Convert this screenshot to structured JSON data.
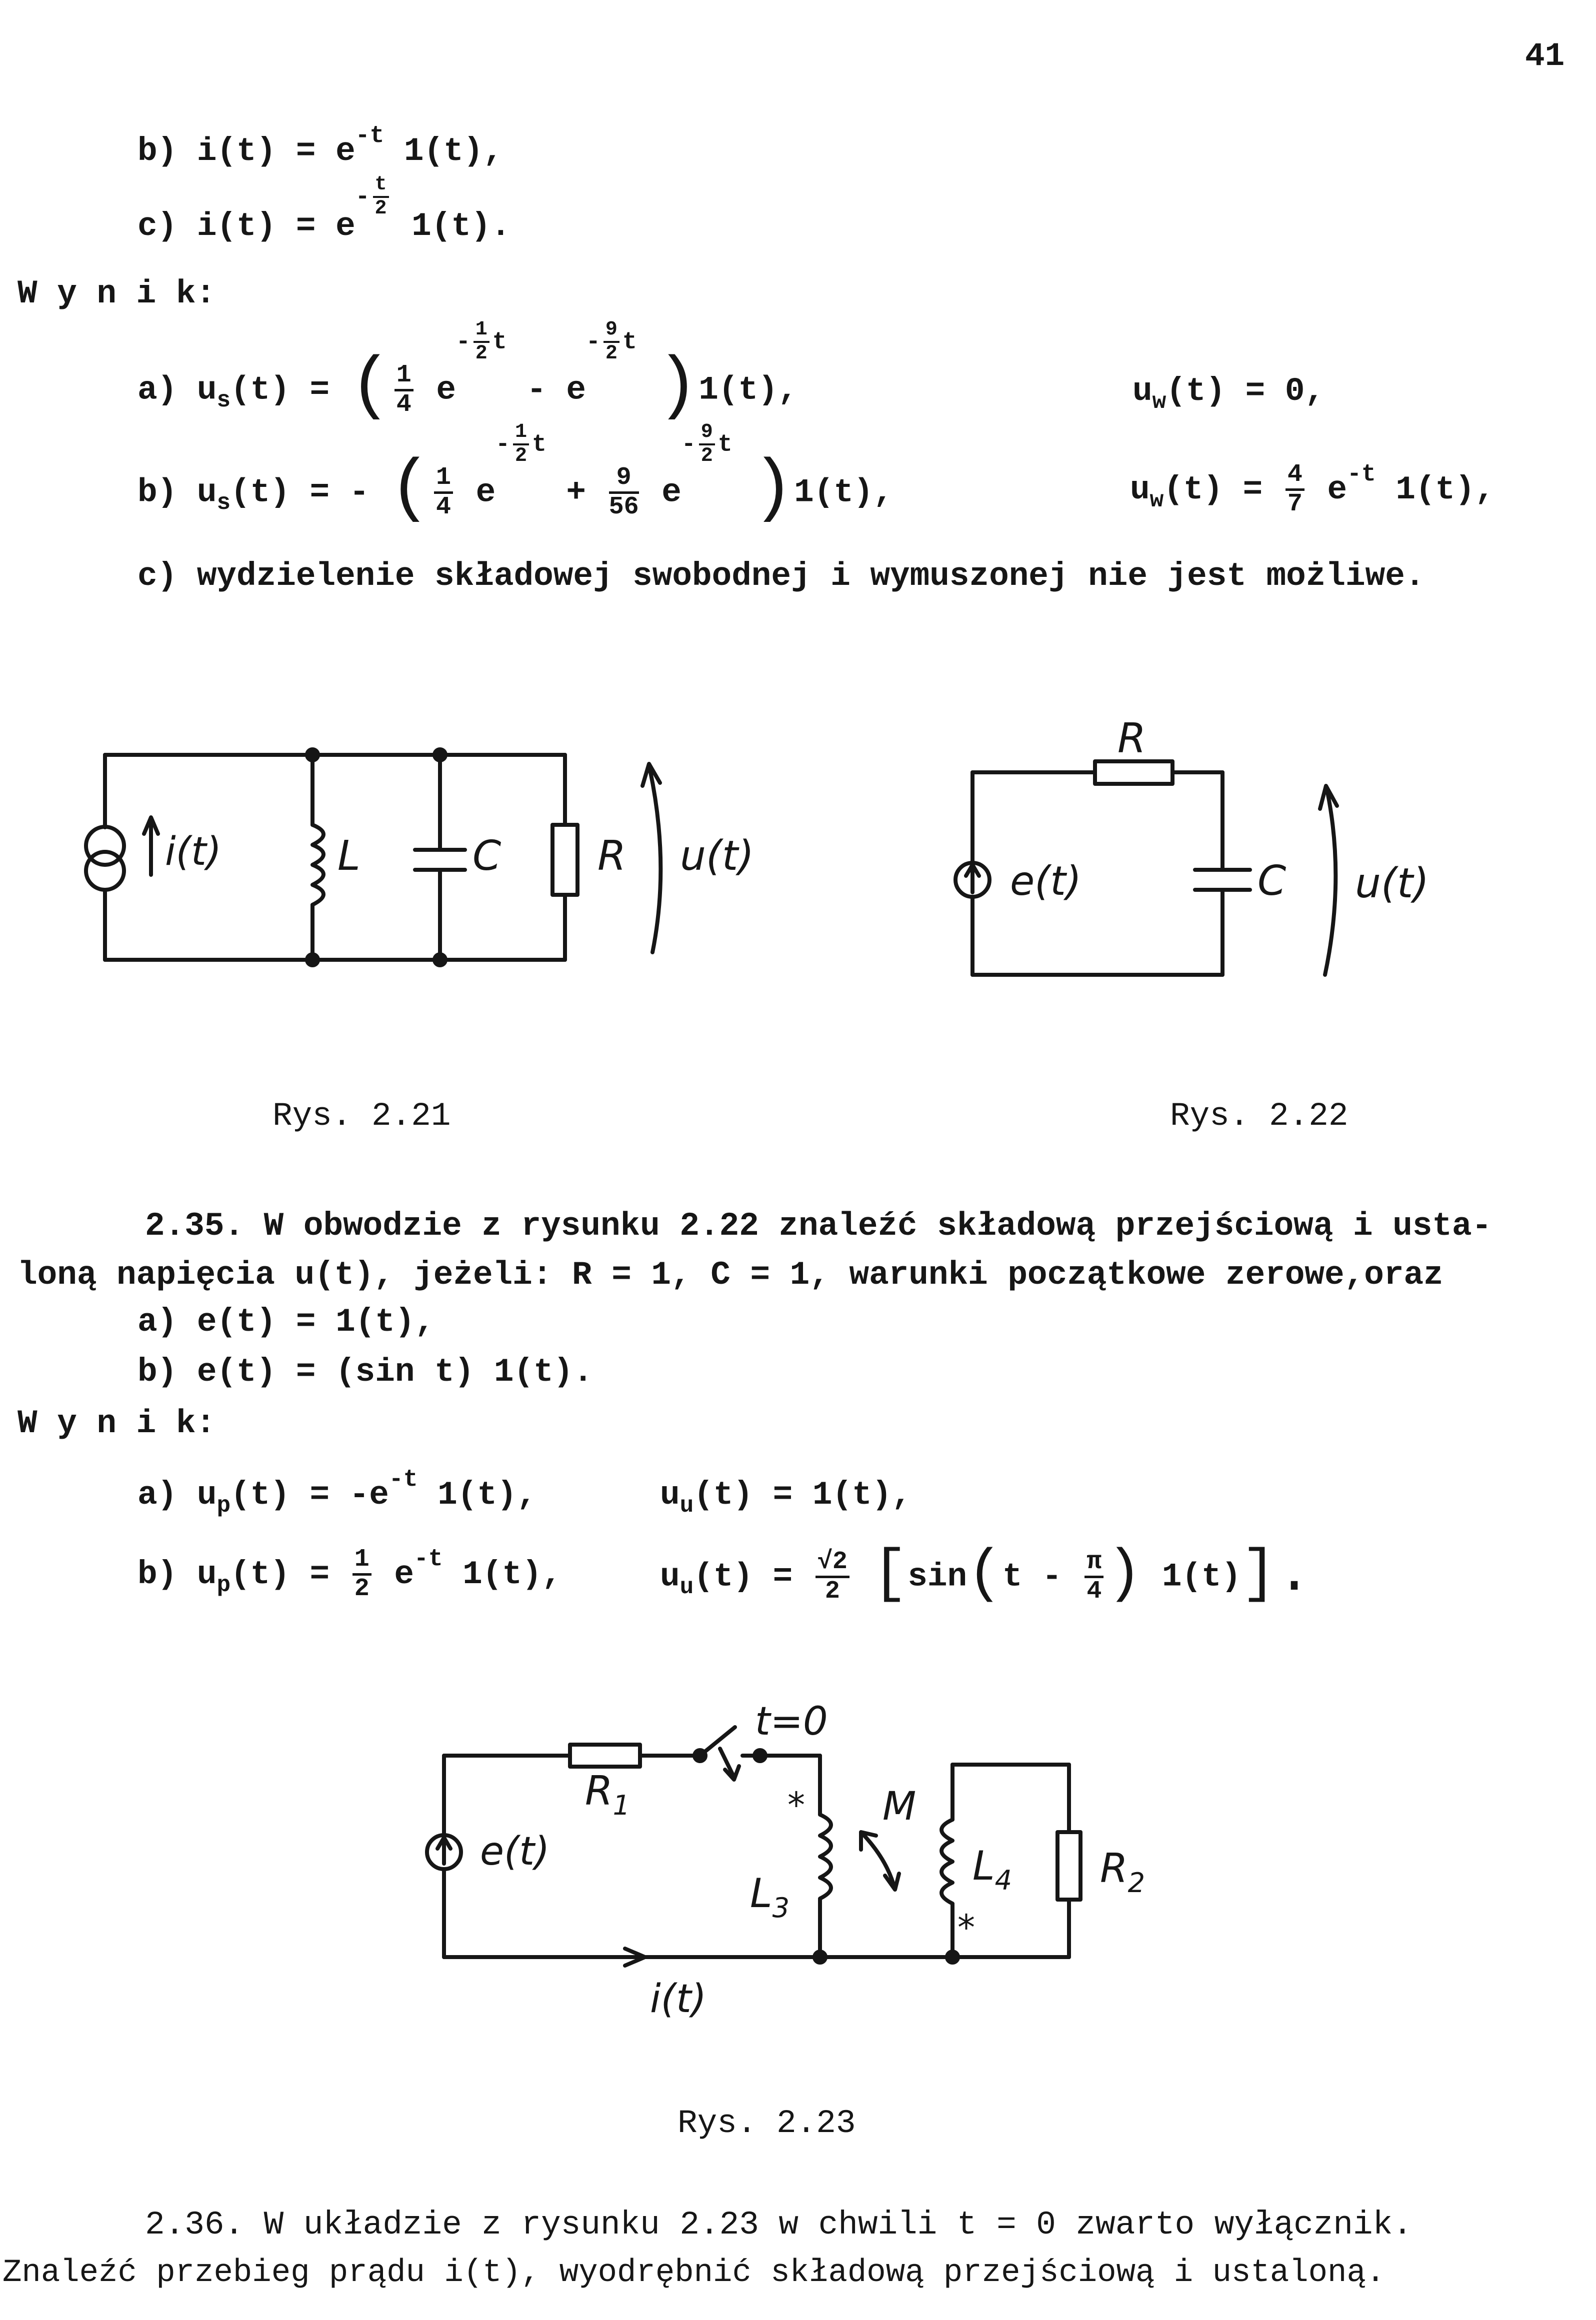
{
  "page_number": "41",
  "top_conditions": {
    "b": {
      "label": "b)",
      "lhs": "i(t)",
      "eq": "=",
      "base": "e",
      "exp": "-t",
      "tail": "1(t),"
    },
    "c": {
      "label": "c)",
      "lhs": "i(t)",
      "eq": "=",
      "base": "e",
      "exp_minus": "-",
      "exp_num": "t",
      "exp_den": "2",
      "tail": "1(t)."
    }
  },
  "wynik_label": "W y n i k:",
  "result1": {
    "a": {
      "label": "a)",
      "lhs": "u",
      "lhs_sub": "s",
      "arg": "(t)",
      "eq": "=",
      "open": "(",
      "c1_num": "1",
      "c1_den": "4",
      "base1": "e",
      "e1_minus": "-",
      "e1_num": "1",
      "e1_den": "2",
      "e1_var": "t",
      "op": "-",
      "base2": "e",
      "e2_minus": "-",
      "e2_num": "9",
      "e2_den": "2",
      "e2_var": "t",
      "close": ")",
      "tail": "1(t),",
      "w_lhs": "u",
      "w_sub": "w",
      "w_arg": "(t)",
      "w_eq": "=",
      "w_val": "0,"
    },
    "b": {
      "label": "b)",
      "lhs": "u",
      "lhs_sub": "s",
      "arg": "(t)",
      "eq": "=",
      "neg": "-",
      "open": "(",
      "c1_num": "1",
      "c1_den": "4",
      "base1": "e",
      "e1_minus": "-",
      "e1_num": "1",
      "e1_den": "2",
      "e1_var": "t",
      "op": "+",
      "c2_num": "9",
      "c2_den": "56",
      "base2": "e",
      "e2_minus": "-",
      "e2_num": "9",
      "e2_den": "2",
      "e2_var": "t",
      "close": ")",
      "tail": "1(t),",
      "w_lhs": "u",
      "w_sub": "w",
      "w_arg": "(t)",
      "w_eq": "=",
      "w_num": "4",
      "w_den": "7",
      "w_base": "e",
      "w_exp": "-t",
      "w_tail": "1(t),"
    },
    "c": {
      "label": "c)",
      "text": "wydzielenie składowej swobodnej i wymuszonej nie jest możliwe."
    }
  },
  "fig21": {
    "caption": "Rys. 2.21",
    "labels": {
      "source": "i(t)",
      "inductor": "L",
      "capacitor": "C",
      "resistor": "R",
      "voltage": "u(t)"
    }
  },
  "fig22": {
    "caption": "Rys. 2.22",
    "labels": {
      "resistor": "R",
      "source": "e(t)",
      "capacitor": "C",
      "voltage": "u(t)"
    }
  },
  "problem235": {
    "line1": "2.35. W obwodzie z rysunku 2.22 znaleźć składową przejściową i usta-",
    "line2": "loną napięcia u(t), jeżeli: R = 1, C = 1, warunki początkowe zerowe,oraz",
    "a": "a) e(t) = 1(t),",
    "b": "b) e(t) = (sin t) 1(t)."
  },
  "result2": {
    "a": {
      "label": "a)",
      "lhs": "u",
      "lhs_sub": "p",
      "arg": "(t)",
      "eq": "=",
      "val": "-e",
      "exp": "-t",
      "tail": "1(t),",
      "u_lhs": "u",
      "u_sub": "u",
      "u_arg": "(t)",
      "u_eq": "=",
      "u_val": "1(t),"
    },
    "b": {
      "label": "b)",
      "lhs": "u",
      "lhs_sub": "p",
      "arg": "(t)",
      "eq": "=",
      "c_num": "1",
      "c_den": "2",
      "base": "e",
      "exp": "-t",
      "tail": "1(t),",
      "u_lhs": "u",
      "u_sub": "u",
      "u_arg": "(t)",
      "u_eq": "=",
      "u_num": "√2",
      "u_den": "2",
      "sq_open": "[",
      "fn": "sin",
      "p_open": "(",
      "var": "t",
      "minus": "-",
      "pi_num": "π",
      "pi_den": "4",
      "p_close": ")",
      "u_tail": "1(t)",
      "sq_close": "].",
      "dummy": ""
    }
  },
  "fig23": {
    "caption": "Rys. 2.23",
    "labels": {
      "switch": "t=0",
      "r1": "R",
      "r1_sub": "1",
      "source": "e(t)",
      "mutual": "M",
      "l3": "L",
      "l3_sub": "3",
      "l4": "L",
      "l4_sub": "4",
      "r2": "R",
      "r2_sub": "2",
      "current": "i(t)",
      "star": "*"
    }
  },
  "problem236": {
    "line1": "2.36. W układzie z rysunku 2.23 w chwili t = 0 zwarto wyłącznik.",
    "line2": "Znaleźć przebieg prądu i(t), wyodrębnić składową przejściową i ustaloną."
  }
}
